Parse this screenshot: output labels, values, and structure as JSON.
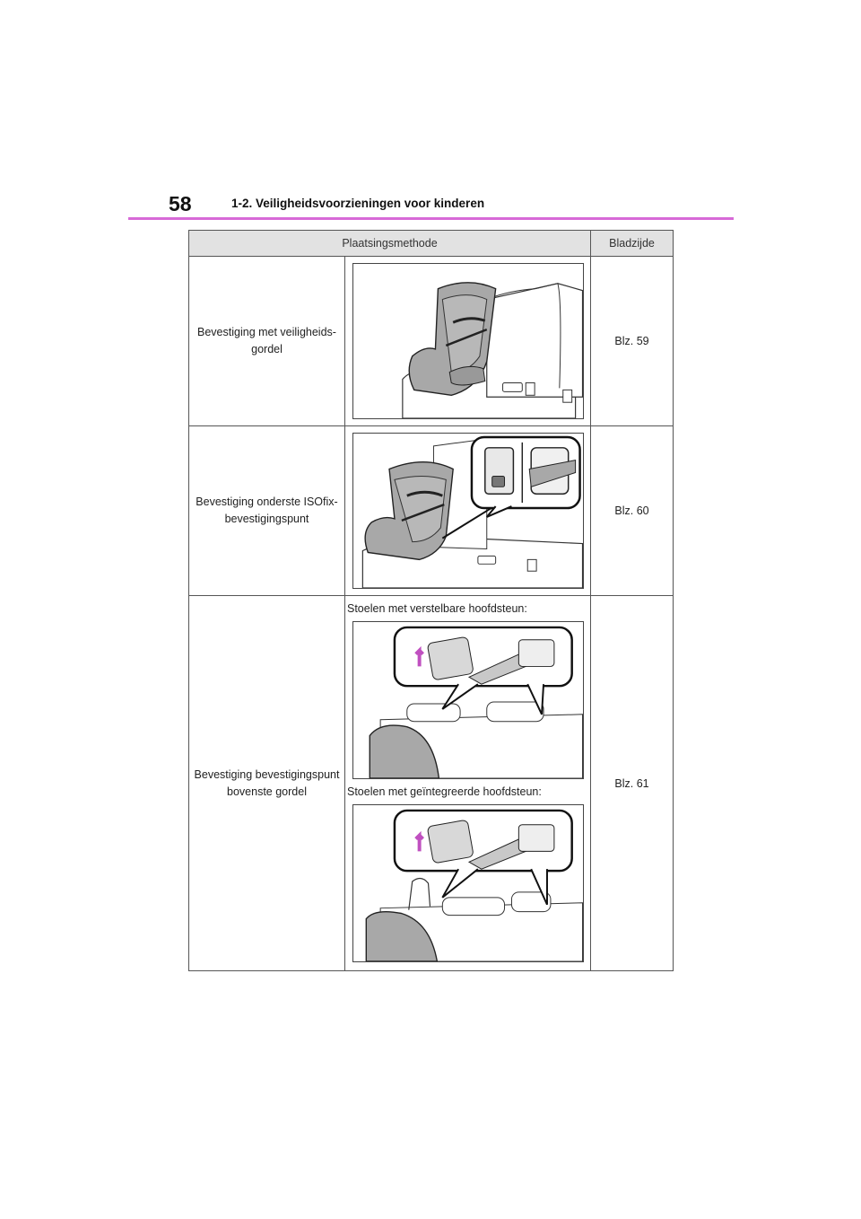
{
  "header": {
    "page_number": "58",
    "section_title": "1-2. Veiligheidsvoorzieningen voor kinderen"
  },
  "table": {
    "col_method": "Plaatsingsmethode",
    "col_page": "Bladzijde",
    "rows": [
      {
        "method": "Bevestiging met veiligheids-gordel",
        "page": "Blz. 59"
      },
      {
        "method": "Bevestiging onderste ISOfix-bevestigingspunt",
        "page": "Blz. 60"
      },
      {
        "method": "Bevestiging bevestigingspunt bovenste gordel",
        "page": "Blz. 61",
        "sub_a": "Stoelen met verstelbare hoofdsteun:",
        "sub_b": "Stoelen met geïntegreerde hoofdsteun:"
      }
    ]
  },
  "illustration_icons": [
    "child-seat-belt-illustration",
    "isofix-anchor-illustration",
    "top-tether-adjustable-headrest-illustration",
    "top-tether-integrated-headrest-illustration"
  ],
  "colors": {
    "accent": "#d76ad7",
    "header_fill": "#e2e2e2",
    "seat_fill": "#a8a8a8"
  }
}
